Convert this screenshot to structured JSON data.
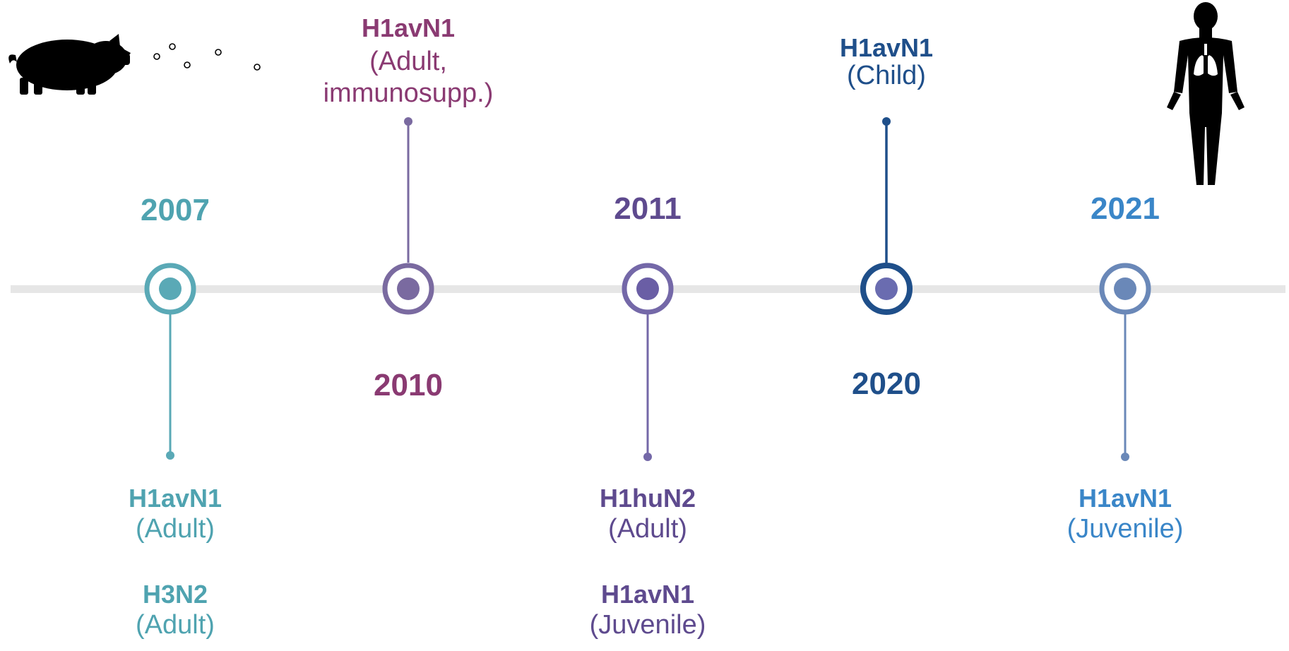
{
  "events": [
    {
      "year": "2007",
      "color": "#4fa3b0",
      "ring_color": "#5aa9b6",
      "position": "below",
      "items": [
        {
          "strain": "H1avN1",
          "host": "(Adult)"
        },
        {
          "strain": "H3N2",
          "host": "(Adult)"
        }
      ]
    },
    {
      "year": "2010",
      "color": "#8a3a72",
      "ring_color": "#7a6aa0",
      "position": "above",
      "items": [
        {
          "strain": "H1avN1",
          "host_line1": "(Adult,",
          "host_line2": "immunosupp.)"
        }
      ]
    },
    {
      "year": "2011",
      "color": "#5e4a8e",
      "ring_color": "#7468a8",
      "position": "below",
      "items": [
        {
          "strain": "H1huN2",
          "host": "(Adult)"
        },
        {
          "strain": "H1avN1",
          "host": "(Juvenile)"
        }
      ]
    },
    {
      "year": "2020",
      "color": "#1f4f8a",
      "ring_color": "#1f4f8a",
      "position": "above",
      "items": [
        {
          "strain": "H1avN1",
          "host": "(Child)"
        }
      ]
    },
    {
      "year": "2021",
      "color": "#3a86c8",
      "ring_color": "#6a88b8",
      "position": "below",
      "items": [
        {
          "strain": "H1avN1",
          "host": "(Juvenile)"
        }
      ]
    }
  ],
  "icons": {
    "left": "pig-icon",
    "left_particles": "virus-particles-icon",
    "right": "human-body-icon"
  },
  "colors": {
    "timeline": "#e6e6e6"
  }
}
